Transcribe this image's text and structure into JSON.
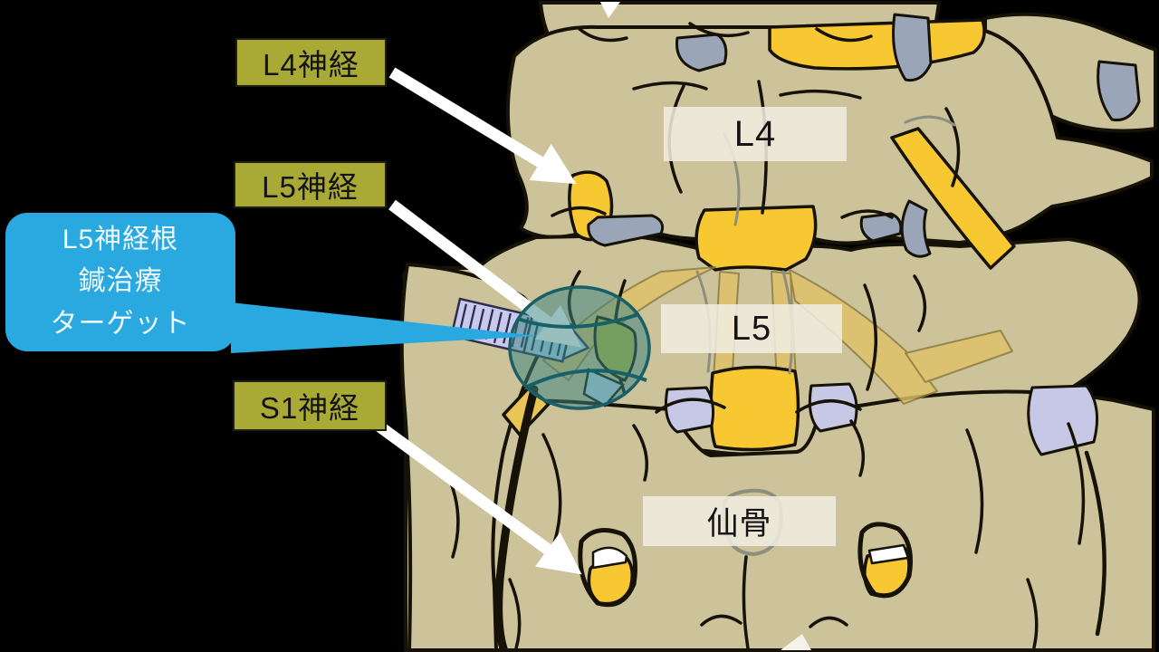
{
  "diagram": {
    "nerve_labels": [
      {
        "id": "l4-nerve",
        "text": "L4神経"
      },
      {
        "id": "l5-nerve",
        "text": "L5神経"
      },
      {
        "id": "s1-nerve",
        "text": "S1神経"
      }
    ],
    "callout": {
      "lines": [
        "L5神経根",
        "鍼治療",
        "ターゲット"
      ]
    },
    "bone_labels": [
      {
        "id": "l4-vertebra",
        "text": "L4"
      },
      {
        "id": "l5-vertebra",
        "text": "L5"
      },
      {
        "id": "sacrum",
        "text": "仙骨"
      }
    ],
    "colors": {
      "background": "#000000",
      "bone": "#cdc39a",
      "outline": "#171207",
      "nerve_yellow": "#f7c832",
      "nerve_yellow_faded": "#dfc168",
      "cartilage_blue_gray": "#9aa6b8",
      "disc_lavender": "#c7c7e6",
      "label_olive": "#a9a936",
      "label_text": "#141414",
      "callout_blue": "#29a9e0",
      "callout_text": "#eef8fd",
      "bone_label_bg": "#f0ede0",
      "target_circle_teal": "#3a8480",
      "needle_lavender": "#c9c9ef",
      "arrow_white": "#ffffff"
    }
  }
}
